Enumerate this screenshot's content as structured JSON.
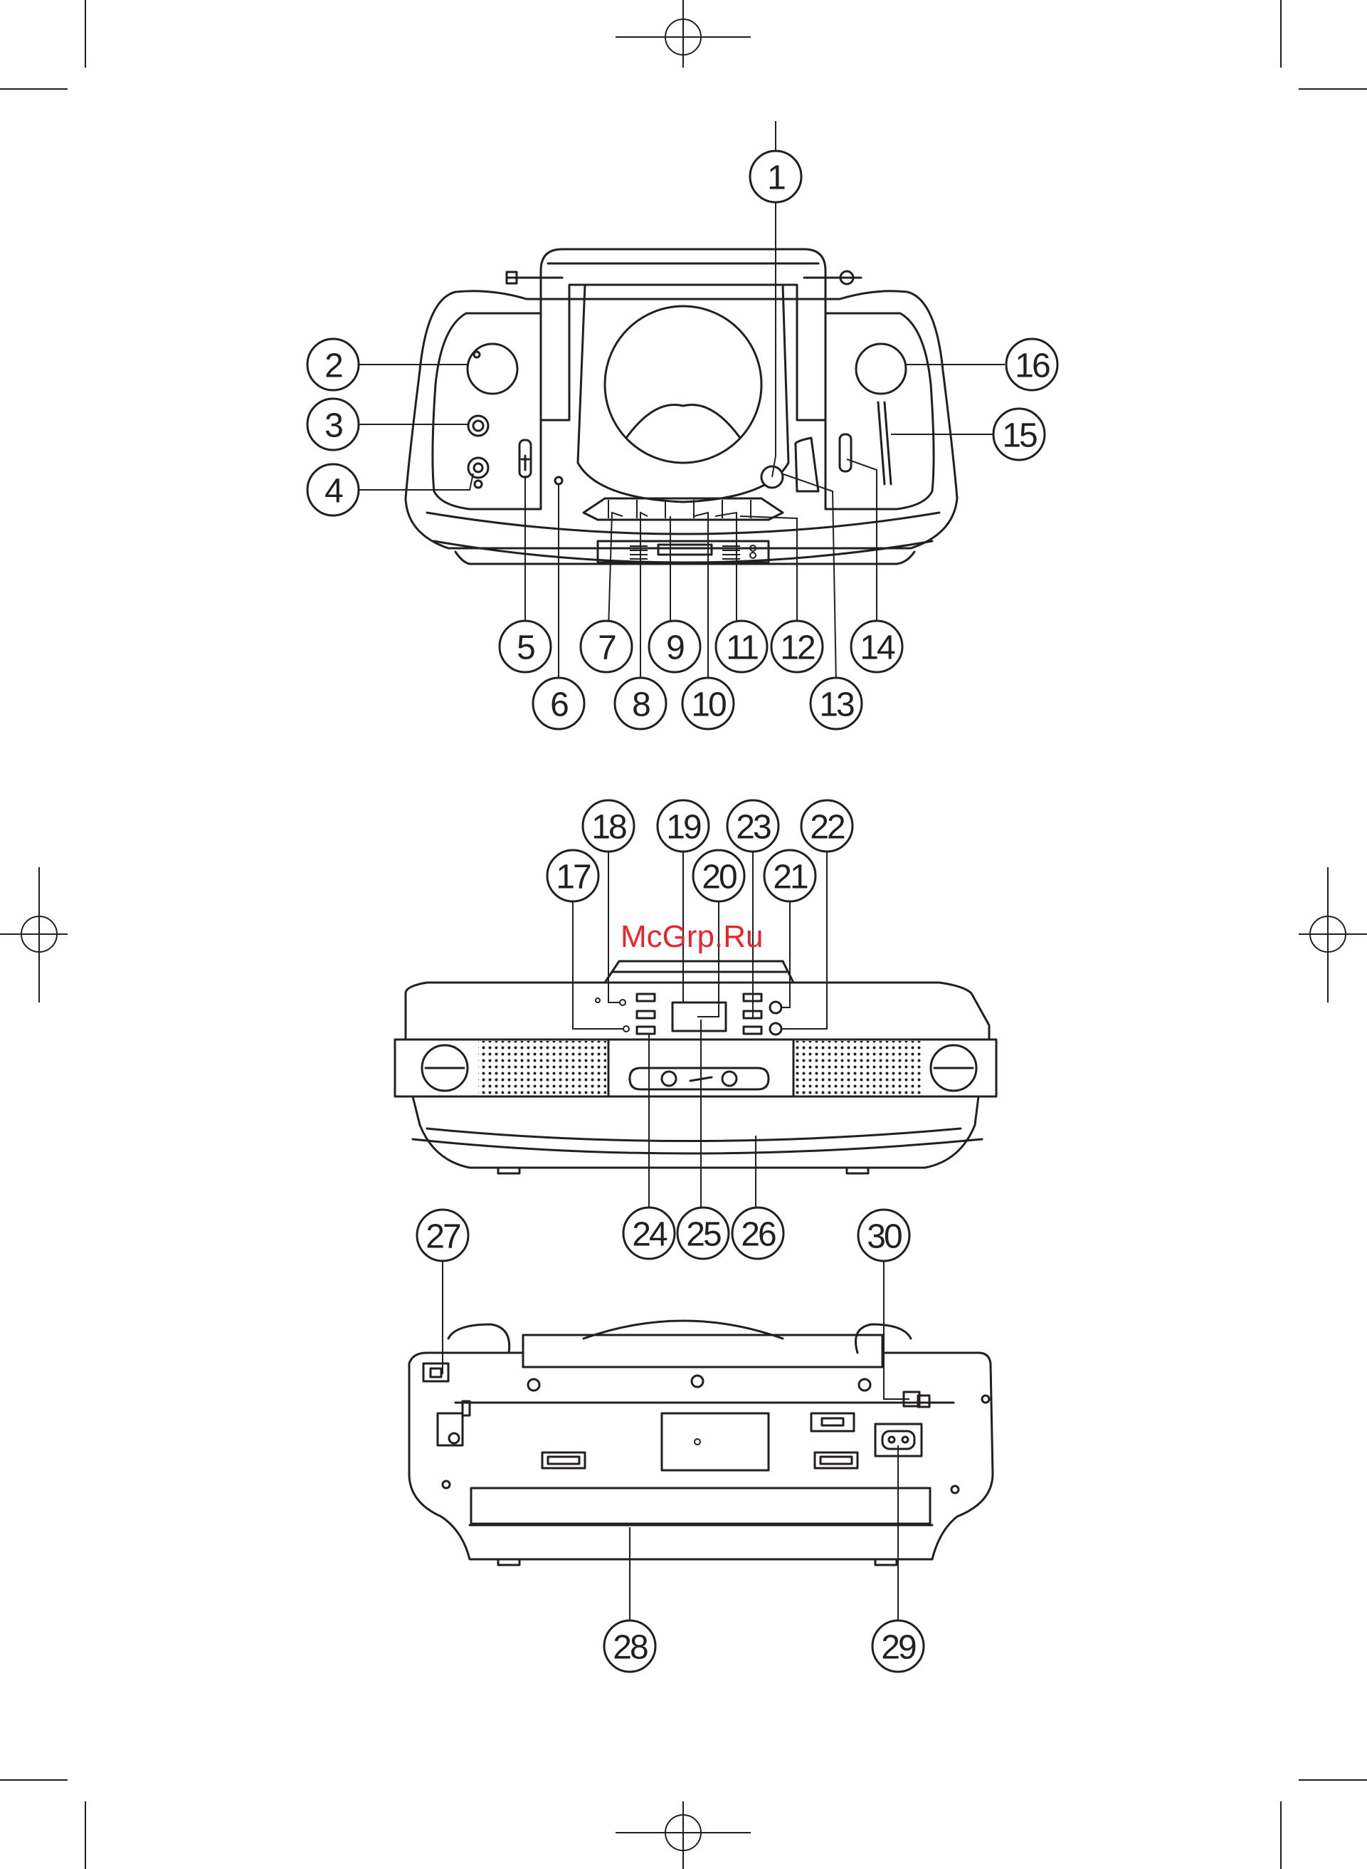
{
  "watermark": "McGrp.Ru",
  "callouts": [
    "1",
    "2",
    "3",
    "4",
    "5",
    "6",
    "7",
    "8",
    "9",
    "10",
    "11",
    "12",
    "13",
    "14",
    "15",
    "16",
    "17",
    "18",
    "19",
    "20",
    "21",
    "22",
    "23",
    "24",
    "25",
    "26",
    "27",
    "28",
    "29",
    "30"
  ],
  "views": [
    "front-top view",
    "front view",
    "rear view"
  ]
}
